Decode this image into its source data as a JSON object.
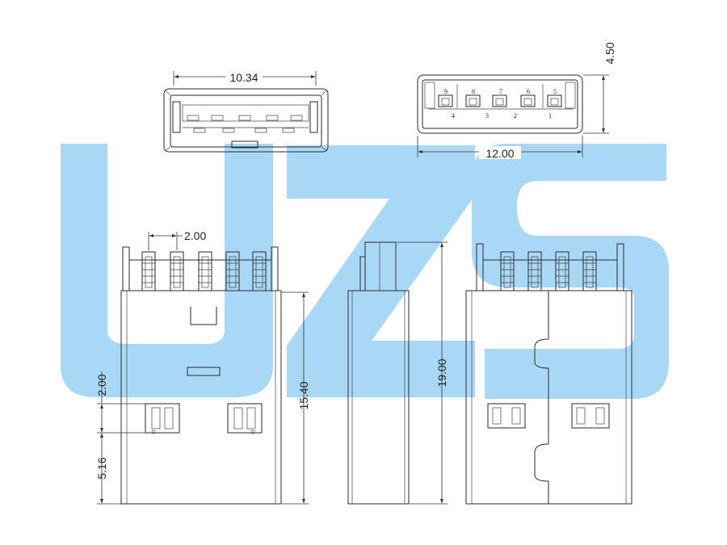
{
  "watermark": {
    "text": "UZS",
    "color": "#a8d8f5"
  },
  "dimensions": {
    "top_left_width": "10.34",
    "top_right_width": "12.00",
    "top_right_height": "4.50",
    "pin_pitch": "2.00",
    "left_offset": "2.00",
    "left_lower": "5.16",
    "body_length": "15.40",
    "total_length": "19.00"
  },
  "pins": {
    "upper": [
      "9",
      "8",
      "7",
      "6",
      "5"
    ],
    "lower": [
      "4",
      "3",
      "2",
      "1"
    ]
  }
}
